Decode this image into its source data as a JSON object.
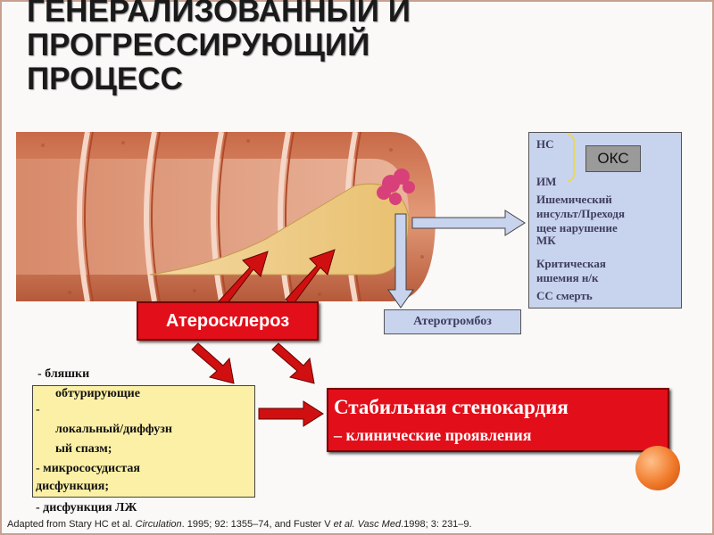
{
  "title": {
    "line1": "ГЕНЕРАЛИЗОВАННЫЙ И",
    "line2": "ПРОГРЕССИРУЮЩИЙ",
    "line3": "ПРОЦЕСС"
  },
  "right_panel": {
    "items": [
      "НС",
      "ИМ",
      "Ишемический",
      "инсульт/Преходя",
      "щее нарушение",
      "МК",
      "Критическая",
      "ишемия н/к",
      "СС смерть"
    ]
  },
  "oks_label": "ОКС",
  "atherosclerosis_label": "Атеросклероз",
  "atherothrombosis_label": "Атеротромбоз",
  "stable_angina": {
    "line1": "Стабильная стенокардия",
    "line2": "– клинические проявления"
  },
  "yellow_box": {
    "lines": [
      "- бляшки",
      "обтурирующие",
      "-",
      "локальный/диффузн",
      "ый спазм;",
      "- микрососудистая",
      "дисфункция;",
      "- дисфункция ЛЖ"
    ]
  },
  "caption": {
    "prefix": "Adapted from Stary HC et al. ",
    "journal1": "Circulation",
    "middle": ". 1995; 92: 1355–74, and Fuster V ",
    "etal": "et al.",
    "journal2": " Vasc Med",
    "suffix": ".1998; 3: 231–9."
  },
  "colors": {
    "red_box": "#e20f1a",
    "blue_panel": "#c8d3ee",
    "yellow_panel": "#fcf0a6",
    "arrow_red": "#d01010",
    "arrow_blue": "#c8d3ee"
  }
}
